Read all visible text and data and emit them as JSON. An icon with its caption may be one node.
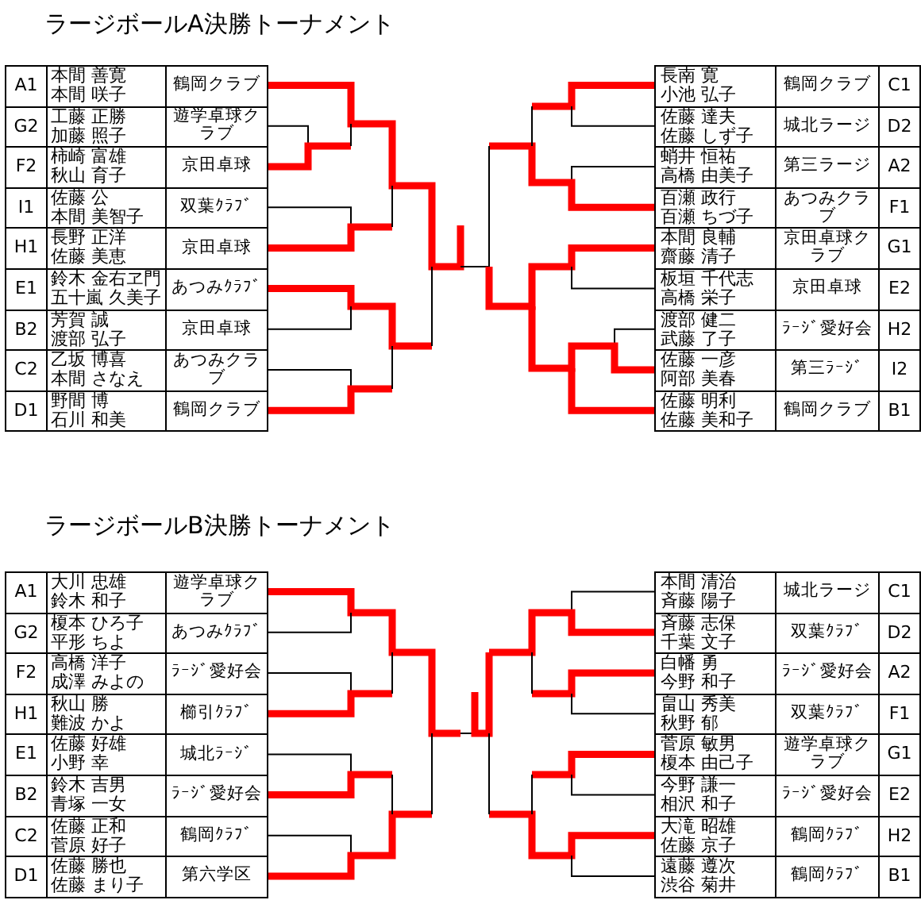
{
  "diagram": {
    "labels": [
      "ラージボールA決勝トーナメント",
      "ラージボールB決勝トーナメント"
    ],
    "nodes": [
      {
        "text": [
          "A1",
          "本間 善寛",
          "本間 咲子",
          "鶴岡クラブ"
        ]
      },
      {
        "text": [
          "G2",
          "工藤 正勝",
          "加藤 照子",
          "遊学卓球クラブ"
        ]
      },
      {
        "text": [
          "F2",
          "柿崎 富雄",
          "秋山 育子",
          "京田卓球"
        ]
      },
      {
        "text": [
          "I1",
          "佐藤 公",
          "本間 美智子",
          "双葉ｸﾗﾌﾞ"
        ]
      },
      {
        "text": [
          "H1",
          "長野 正洋",
          "佐藤 美恵",
          "京田卓球"
        ]
      },
      {
        "text": [
          "E1",
          "鈴木 金右ヱ門",
          "五十嵐 久美子",
          "あつみｸﾗﾌﾞ"
        ]
      },
      {
        "text": [
          "B2",
          "芳賀 誠",
          "渡部 弘子",
          "京田卓球"
        ]
      },
      {
        "text": [
          "C2",
          "乙坂 博喜",
          "本間 さなえ",
          "あつみクラブ"
        ]
      },
      {
        "text": [
          "D1",
          "野間 博",
          "石川 和美",
          "鶴岡クラブ"
        ]
      },
      {
        "text": [
          "長南 寛",
          "小池 弘子",
          "鶴岡クラブ",
          "C1"
        ]
      },
      {
        "text": [
          "佐藤 達夫",
          "佐藤 しず子",
          "城北ラージ",
          "D2"
        ]
      },
      {
        "text": [
          "蛸井 恒祐",
          "高橋 由美子",
          "第三ラージ",
          "A2"
        ]
      },
      {
        "text": [
          "百瀬 政行",
          "百瀬 ちづ子",
          "あつみクラブ",
          "F1"
        ]
      },
      {
        "text": [
          "本間 良輔",
          "齋藤 清子",
          "京田卓球クラブ",
          "G1"
        ]
      },
      {
        "text": [
          "板垣 千代志",
          "高橋 栄子",
          "京田卓球",
          "E2"
        ]
      },
      {
        "text": [
          "渡部 健二",
          "武藤 了子",
          "ﾗｰｼﾞ愛好会",
          "H2"
        ]
      },
      {
        "text": [
          "佐藤 一彦",
          "阿部 美春",
          "第三ﾗｰｼﾞ",
          "I2"
        ]
      },
      {
        "text": [
          "佐藤 明利",
          "佐藤 美和子",
          "鶴岡クラブ",
          "B1"
        ]
      },
      {
        "text": [
          "A1",
          "大川 忠雄",
          "鈴木 和子",
          "遊学卓球クラブ"
        ]
      },
      {
        "text": [
          "G2",
          "榎本 ひろ子",
          "平形 ちよ",
          "あつみｸﾗﾌﾞ"
        ]
      },
      {
        "text": [
          "F2",
          "高橋 洋子",
          "成澤 みよの",
          "ﾗｰｼﾞ愛好会"
        ]
      },
      {
        "text": [
          "H1",
          "秋山 勝",
          "難波 かよ",
          "櫛引ｸﾗﾌﾞ"
        ]
      },
      {
        "text": [
          "E1",
          "佐藤 好雄",
          "小野 幸",
          "城北ﾗｰｼﾞ"
        ]
      },
      {
        "text": [
          "B2",
          "鈴木 吉男",
          "青塚 一女",
          "ﾗｰｼﾞ愛好会"
        ]
      },
      {
        "text": [
          "C2",
          "佐藤 正和",
          "菅原 好子",
          "鶴岡ｸﾗﾌﾞ"
        ]
      },
      {
        "text": [
          "D1",
          "佐藤 勝也",
          "佐藤 まり子",
          "第六学区"
        ]
      },
      {
        "text": [
          "本間 清治",
          "斉藤 陽子",
          "城北ラージ",
          "C1"
        ]
      },
      {
        "text": [
          "斉藤 志保",
          "千葉 文子",
          "双葉ｸﾗﾌﾞ",
          "D2"
        ]
      },
      {
        "text": [
          "白幡 勇",
          "今野 和子",
          "ﾗｰｼﾞ愛好会",
          "A2"
        ]
      },
      {
        "text": [
          "畠山 秀美",
          "秋野 郁",
          "双葉ｸﾗﾌﾞ",
          "F1"
        ]
      },
      {
        "text": [
          "菅原 敏男",
          "榎本 由己子",
          "遊学卓球クラブ",
          "G1"
        ]
      },
      {
        "text": [
          "今野 謙一",
          "相沢 和子",
          "ﾗｰｼﾞ愛好会",
          "E2"
        ]
      },
      {
        "text": [
          "大滝 昭雄",
          "佐藤 京子",
          "鶴岡ｸﾗﾌﾞ",
          "H2"
        ]
      },
      {
        "text": [
          "遠藤 遵次",
          "渋谷 菊井",
          "鶴岡ｸﾗﾌﾞ",
          "B1"
        ]
      }
    ]
  }
}
